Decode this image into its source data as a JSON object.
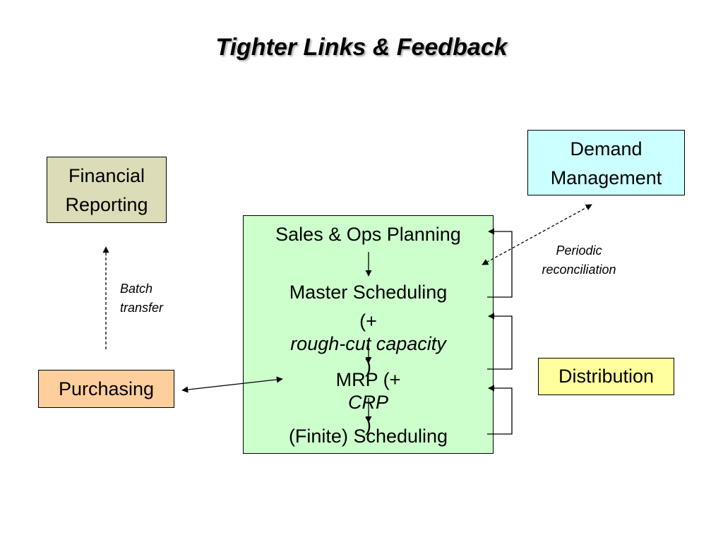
{
  "title": "Tighter Links & Feedback",
  "boxes": {
    "financial": {
      "line1": "Financial",
      "line2": "Reporting",
      "color": "#dddcb8"
    },
    "demand": {
      "line1": "Demand",
      "line2": "Management",
      "color": "#ccffff"
    },
    "purchasing": {
      "label": "Purchasing",
      "color": "#fecf9d"
    },
    "distribution": {
      "label": "Distribution",
      "color": "#ffff9c"
    },
    "planning": {
      "color": "#ccffcc",
      "sales_ops": "Sales & Ops Planning",
      "master": "Master Scheduling",
      "rough_open": "(+ ",
      "rough_italic": "rough-cut capacity",
      "rough_close": ")",
      "mrp_open": "MRP (+ ",
      "mrp_italic": "CRP",
      "mrp_close": ")",
      "finite": "(Finite) Scheduling"
    }
  },
  "notes": {
    "batch_line1": "Batch",
    "batch_line2": "transfer",
    "periodic_line1": "Periodic",
    "periodic_line2": "reconciliation"
  }
}
